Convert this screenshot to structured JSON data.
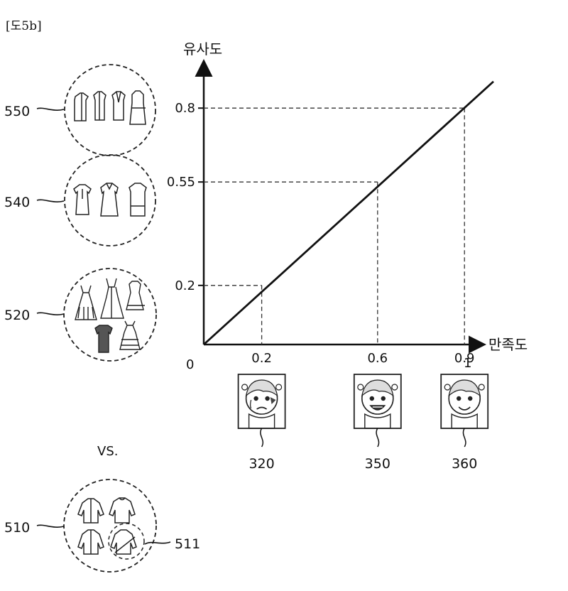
{
  "figure_label": "[도5b]",
  "chart_data": {
    "type": "line",
    "xlabel": "만족도",
    "ylabel": "유사도",
    "origin_label": "0",
    "x_end_label": "1",
    "xlim": [
      0,
      1
    ],
    "ylim": [
      0,
      0.9
    ],
    "x_ticks": [
      "0.2",
      "0.6",
      "0.9"
    ],
    "y_ticks": [
      "0.2",
      "0.55",
      "0.8"
    ],
    "x": [
      0,
      1
    ],
    "y": [
      0,
      0.89
    ],
    "points": [
      {
        "x": 0.2,
        "y": 0.2
      },
      {
        "x": 0.6,
        "y": 0.55
      },
      {
        "x": 0.9,
        "y": 0.8
      }
    ],
    "grid": false
  },
  "clothing_groups": [
    {
      "ref": "550",
      "icon": "jacket-coat-group"
    },
    {
      "ref": "540",
      "icon": "blouse-tunic-group"
    },
    {
      "ref": "520",
      "icon": "dress-group"
    },
    {
      "ref": "510",
      "icon": "shirt-group"
    }
  ],
  "sub_ref": "511",
  "faces": [
    {
      "ref": "320",
      "x": 0.2,
      "icon": "crying-face"
    },
    {
      "ref": "350",
      "x": 0.6,
      "icon": "laughing-face"
    },
    {
      "ref": "360",
      "x": 0.9,
      "icon": "smiling-face"
    }
  ],
  "vs_label": "VS."
}
